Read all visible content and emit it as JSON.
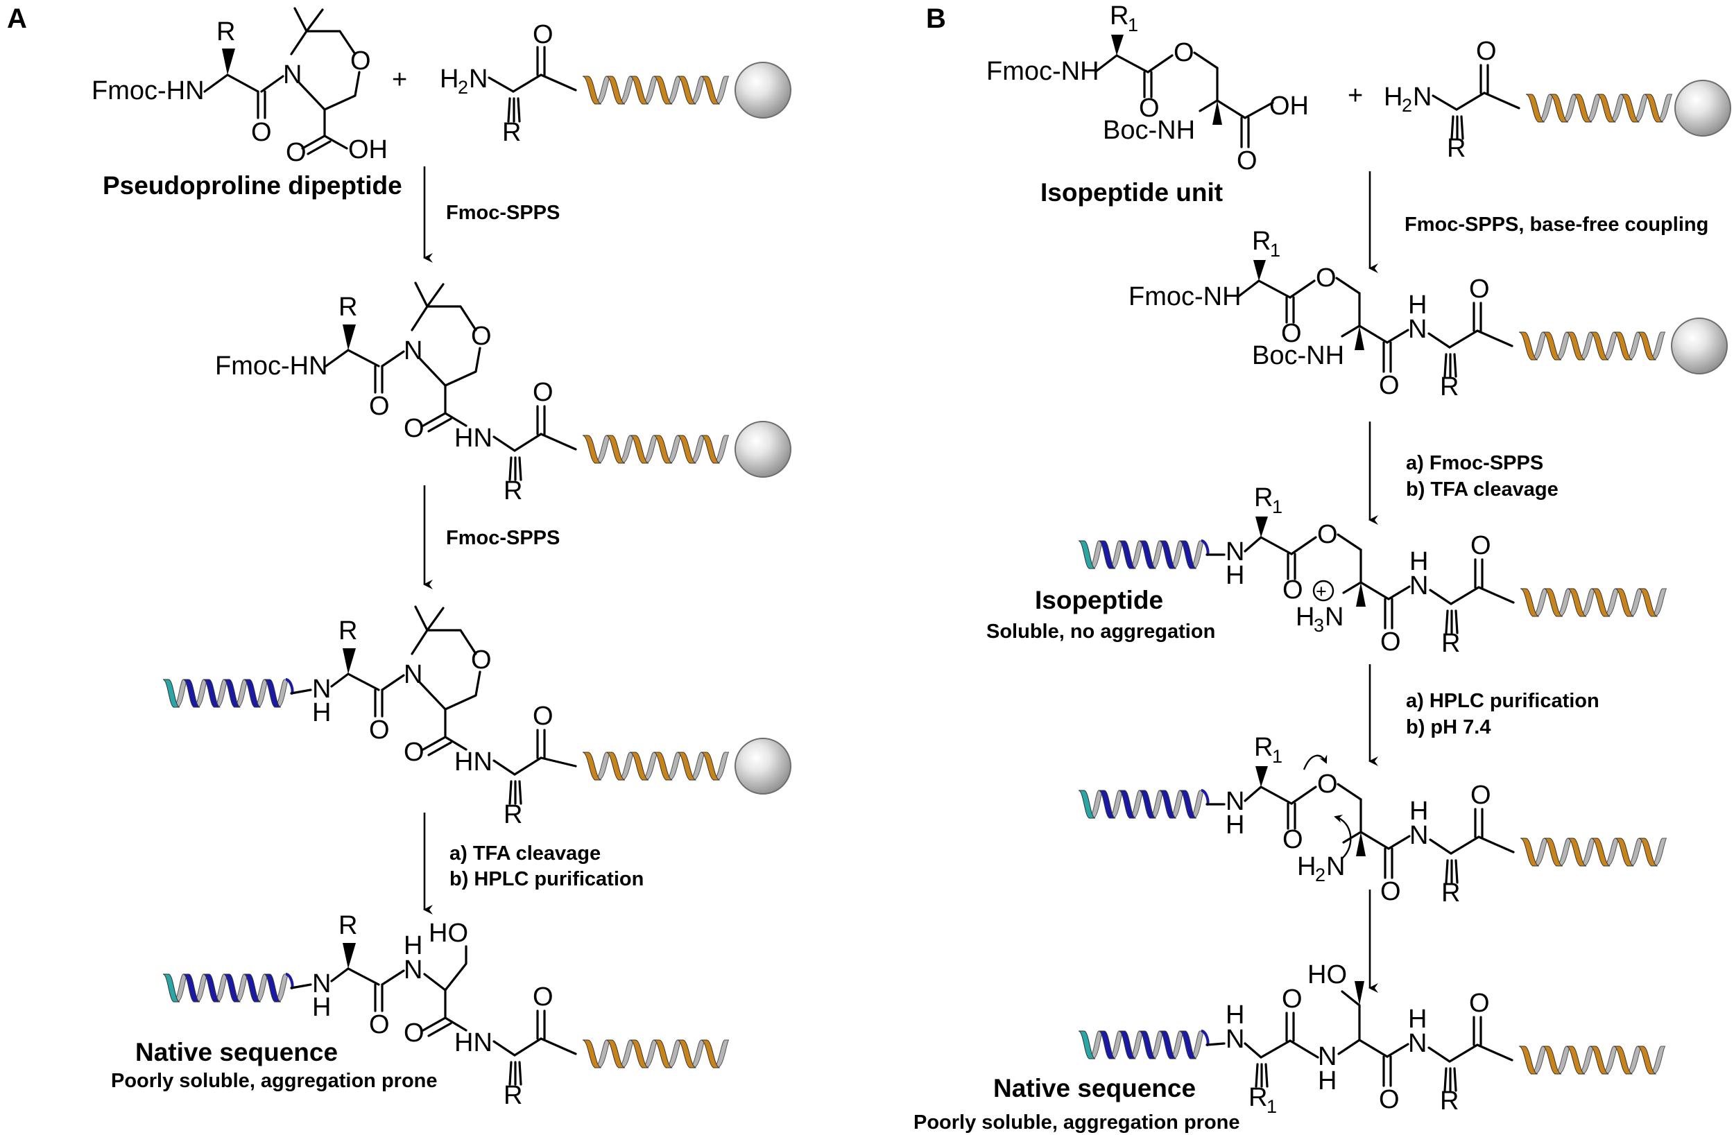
{
  "panels": {
    "a": {
      "label": "A",
      "reactant_name": "Pseudoproline dipeptide",
      "steps": [
        {
          "line1": "Fmoc-SPPS",
          "line2": ""
        },
        {
          "line1": "Fmoc-SPPS",
          "line2": ""
        },
        {
          "line1": "a) TFA cleavage",
          "line2": "b) HPLC purification"
        }
      ],
      "product_name": "Native sequence",
      "product_note": "Poorly soluble, aggregation prone"
    },
    "b": {
      "label": "B",
      "reactant_name": "Isopeptide unit",
      "steps": [
        {
          "line1": "Fmoc-SPPS, base-free coupling",
          "line2": ""
        },
        {
          "line1": "a) Fmoc-SPPS",
          "line2": "b) TFA cleavage"
        },
        {
          "line1": "a) HPLC purification",
          "line2": "b) pH 7.4"
        }
      ],
      "intermediate_name": "Isopeptide",
      "intermediate_note": "Soluble, no aggregation",
      "product_name": "Native sequence",
      "product_note": "Poorly soluble, aggregation prone"
    }
  },
  "atoms": {
    "fmoc_hn": "Fmoc-HN",
    "fmoc_nh": "Fmoc-NH",
    "boc_nh": "Boc-NH",
    "h2n": "H",
    "h2n_rest": "N",
    "h3n": "H",
    "h3n_rest": "N",
    "two": "2",
    "three": "3",
    "n": "N",
    "h": "H",
    "o": "O",
    "oh": "OH",
    "ho": "HO",
    "r": "R",
    "r1": "R",
    "one": "1",
    "hn": "HN",
    "plus": "+",
    "charge": "+"
  },
  "colors": {
    "resin_helix": "#C8841A",
    "peptide_helix": "#1A1AA6",
    "helix_cap": "#2AA6A6",
    "helix_gray": "#B5B5B5",
    "bead": "#C9C9C9"
  }
}
